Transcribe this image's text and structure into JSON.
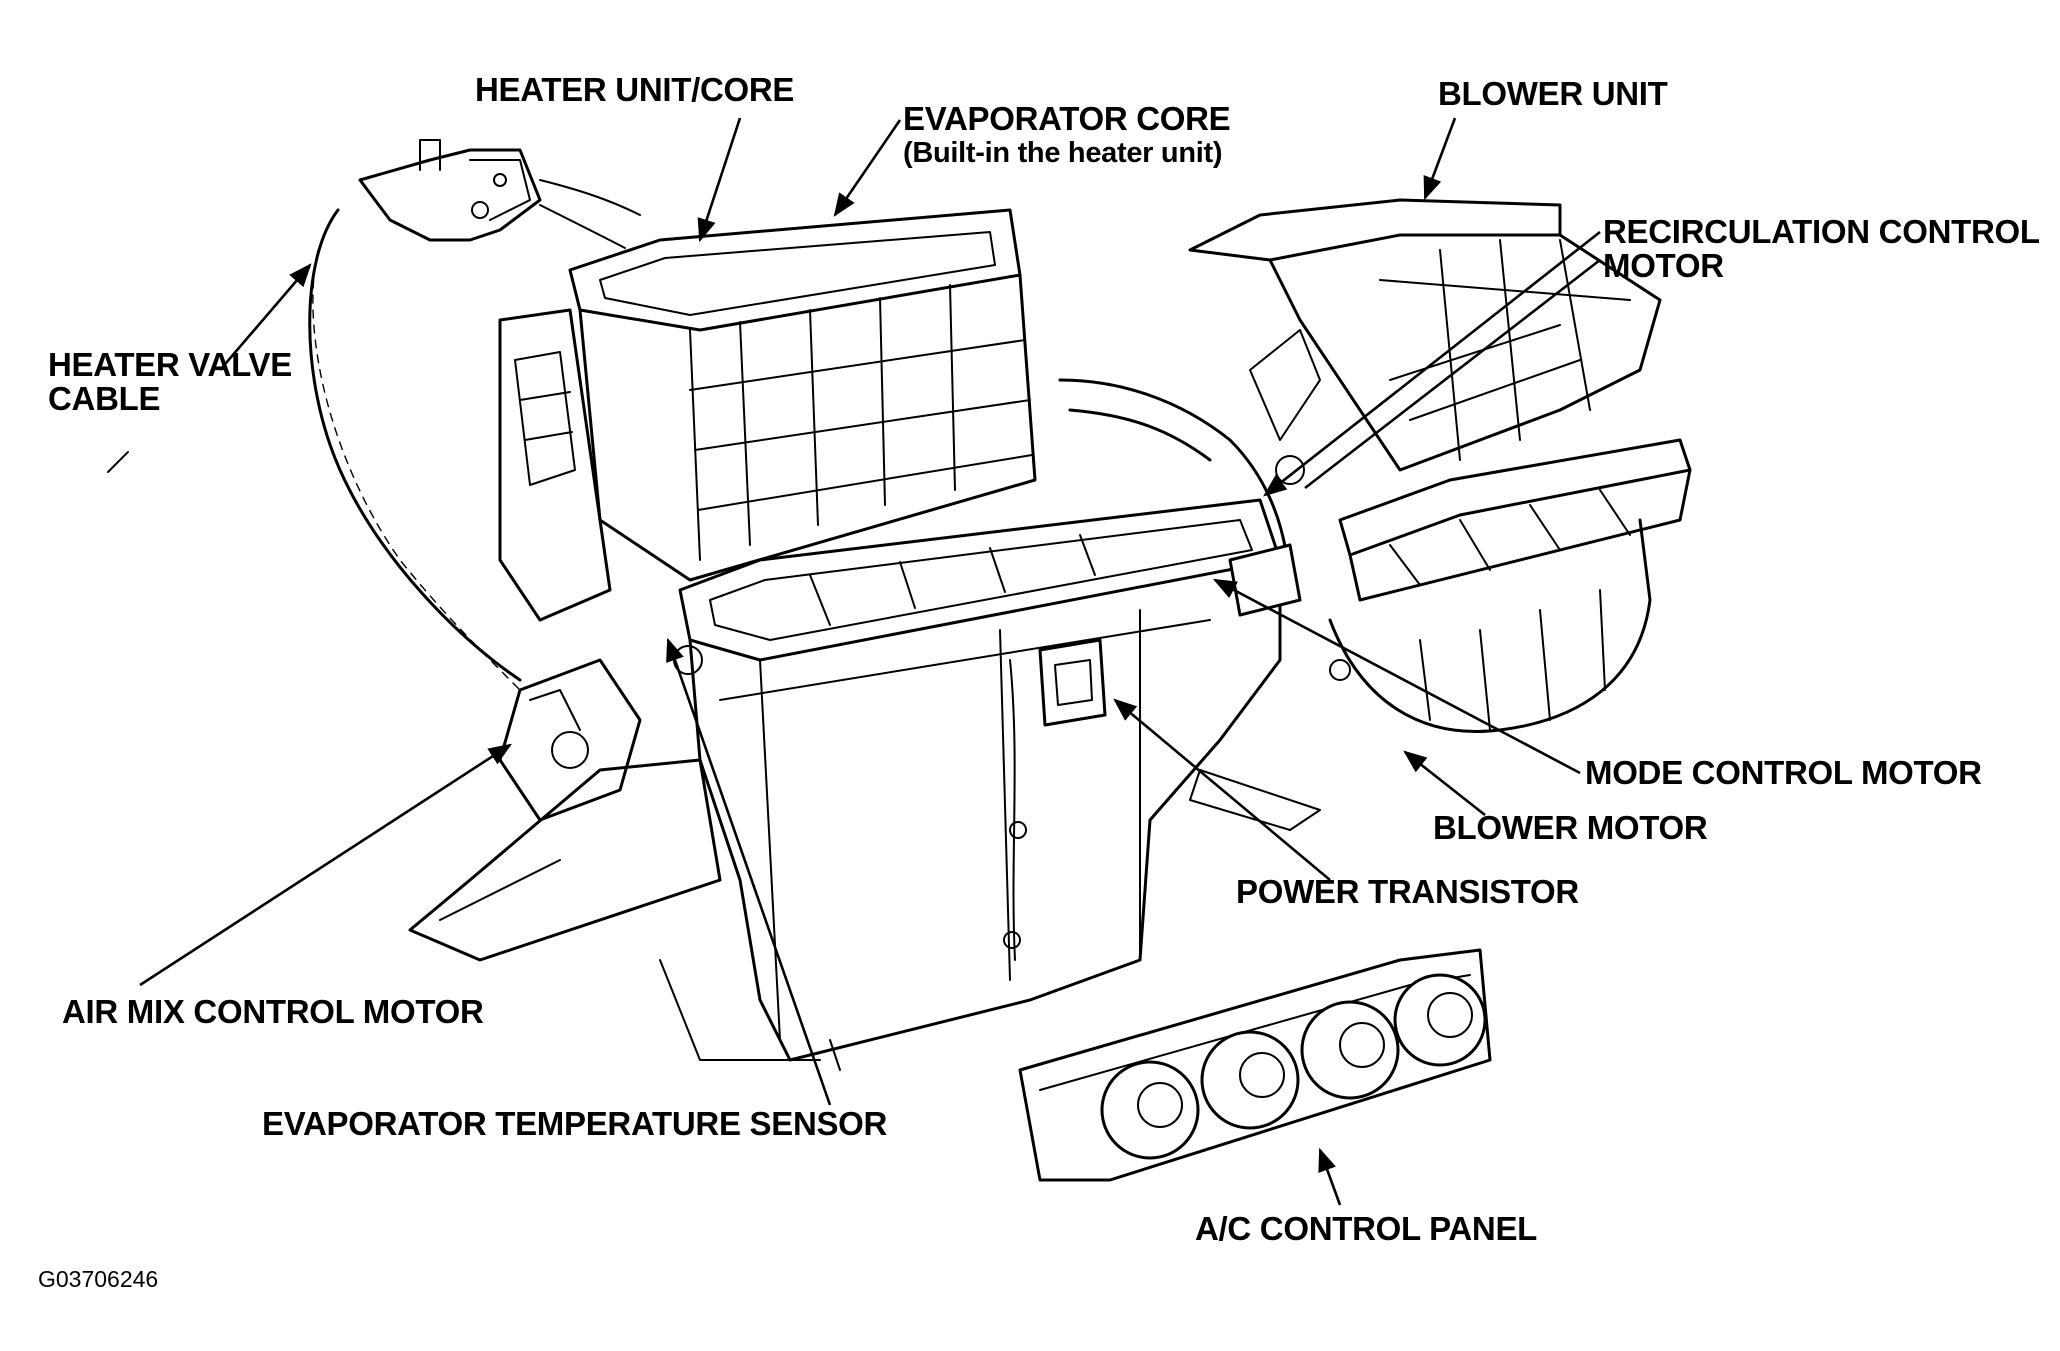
{
  "labels": {
    "heater_unit_core": "HEATER UNIT/CORE",
    "evaporator_core": "EVAPORATOR CORE",
    "evaporator_core_note": "(Built-in the heater unit)",
    "blower_unit": "BLOWER UNIT",
    "recirculation_control_motor_line1": "RECIRCULATION CONTROL",
    "recirculation_control_motor_line2": "MOTOR",
    "heater_valve_cable_line1": "HEATER VALVE",
    "heater_valve_cable_line2": "CABLE",
    "mode_control_motor": "MODE CONTROL MOTOR",
    "blower_motor": "BLOWER MOTOR",
    "power_transistor": "POWER TRANSISTOR",
    "air_mix_control_motor": "AIR MIX CONTROL MOTOR",
    "evaporator_temperature_sensor": "EVAPORATOR TEMPERATURE SENSOR",
    "ac_control_panel": "A/C CONTROL PANEL"
  },
  "figure_code": "G03706246",
  "colors": {
    "line": "#000000",
    "background": "#ffffff"
  }
}
